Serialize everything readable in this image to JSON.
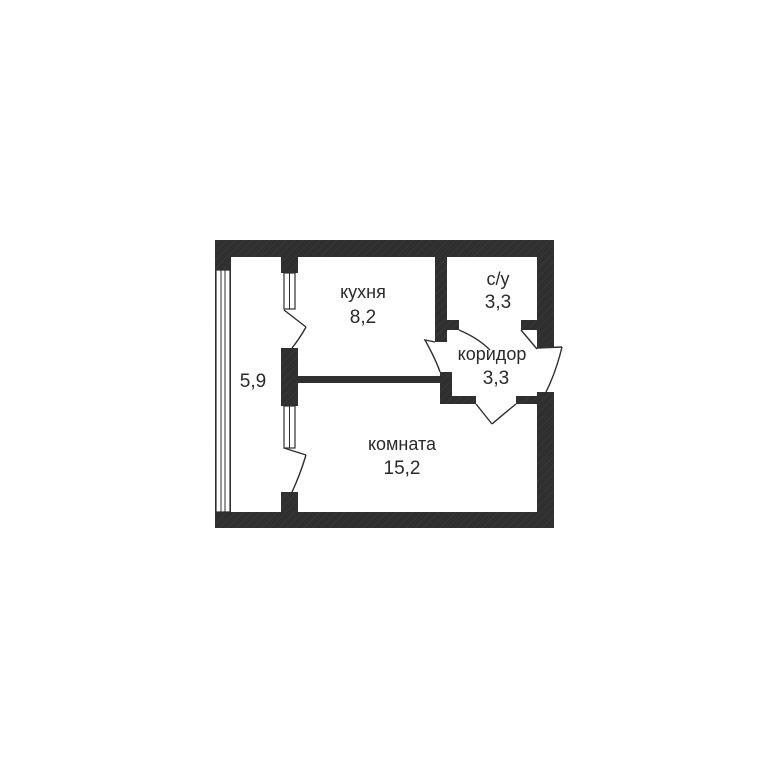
{
  "colors": {
    "wall": "#2f2f2f",
    "background": "#ffffff",
    "line": "#2f2f2f",
    "text": "#2a2a2a"
  },
  "rooms": {
    "balcony": {
      "name": "",
      "area": "5,9"
    },
    "kitchen": {
      "name": "кухня",
      "area": "8,2"
    },
    "bathroom": {
      "name": "с/у",
      "area": "3,3"
    },
    "corridor": {
      "name": "коридор",
      "area": "3,3"
    },
    "living": {
      "name": "комната",
      "area": "15,2"
    }
  }
}
